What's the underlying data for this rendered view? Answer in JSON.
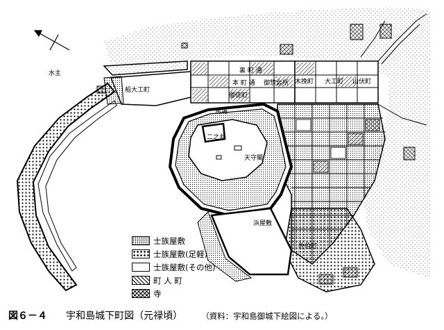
{
  "legend": [
    {
      "id": "samurai",
      "label": "士族屋敷"
    },
    {
      "id": "ashigaru",
      "label": "士族屋敷(足軽)"
    },
    {
      "id": "other",
      "label": "士族屋敷(その他)"
    },
    {
      "id": "town",
      "label": "町 人 町"
    },
    {
      "id": "temple",
      "label": "寺"
    }
  ],
  "place_labels": {
    "mizunushi": "水主",
    "funadaiku": "船大工町",
    "bajo": "馬場",
    "ninomaru": "二之丸",
    "tenshukaku": "天守閣",
    "hamayashiki": "浜屋敷",
    "saekimachi": "佐伯町",
    "uramachi_dori": "裏 町 通",
    "honmachi_dori": "本 町 通",
    "gokaisho": "御惣会所",
    "kibikimachi": "木挽町",
    "daikumachi": "大工町",
    "yamabushi": "山伏町",
    "shiomachi": "御徒町"
  },
  "caption": {
    "figure": "図６－４",
    "title": "宇和島城下町図（元禄頃）",
    "source": "（資料：宇和島御城下絵図による。）"
  }
}
